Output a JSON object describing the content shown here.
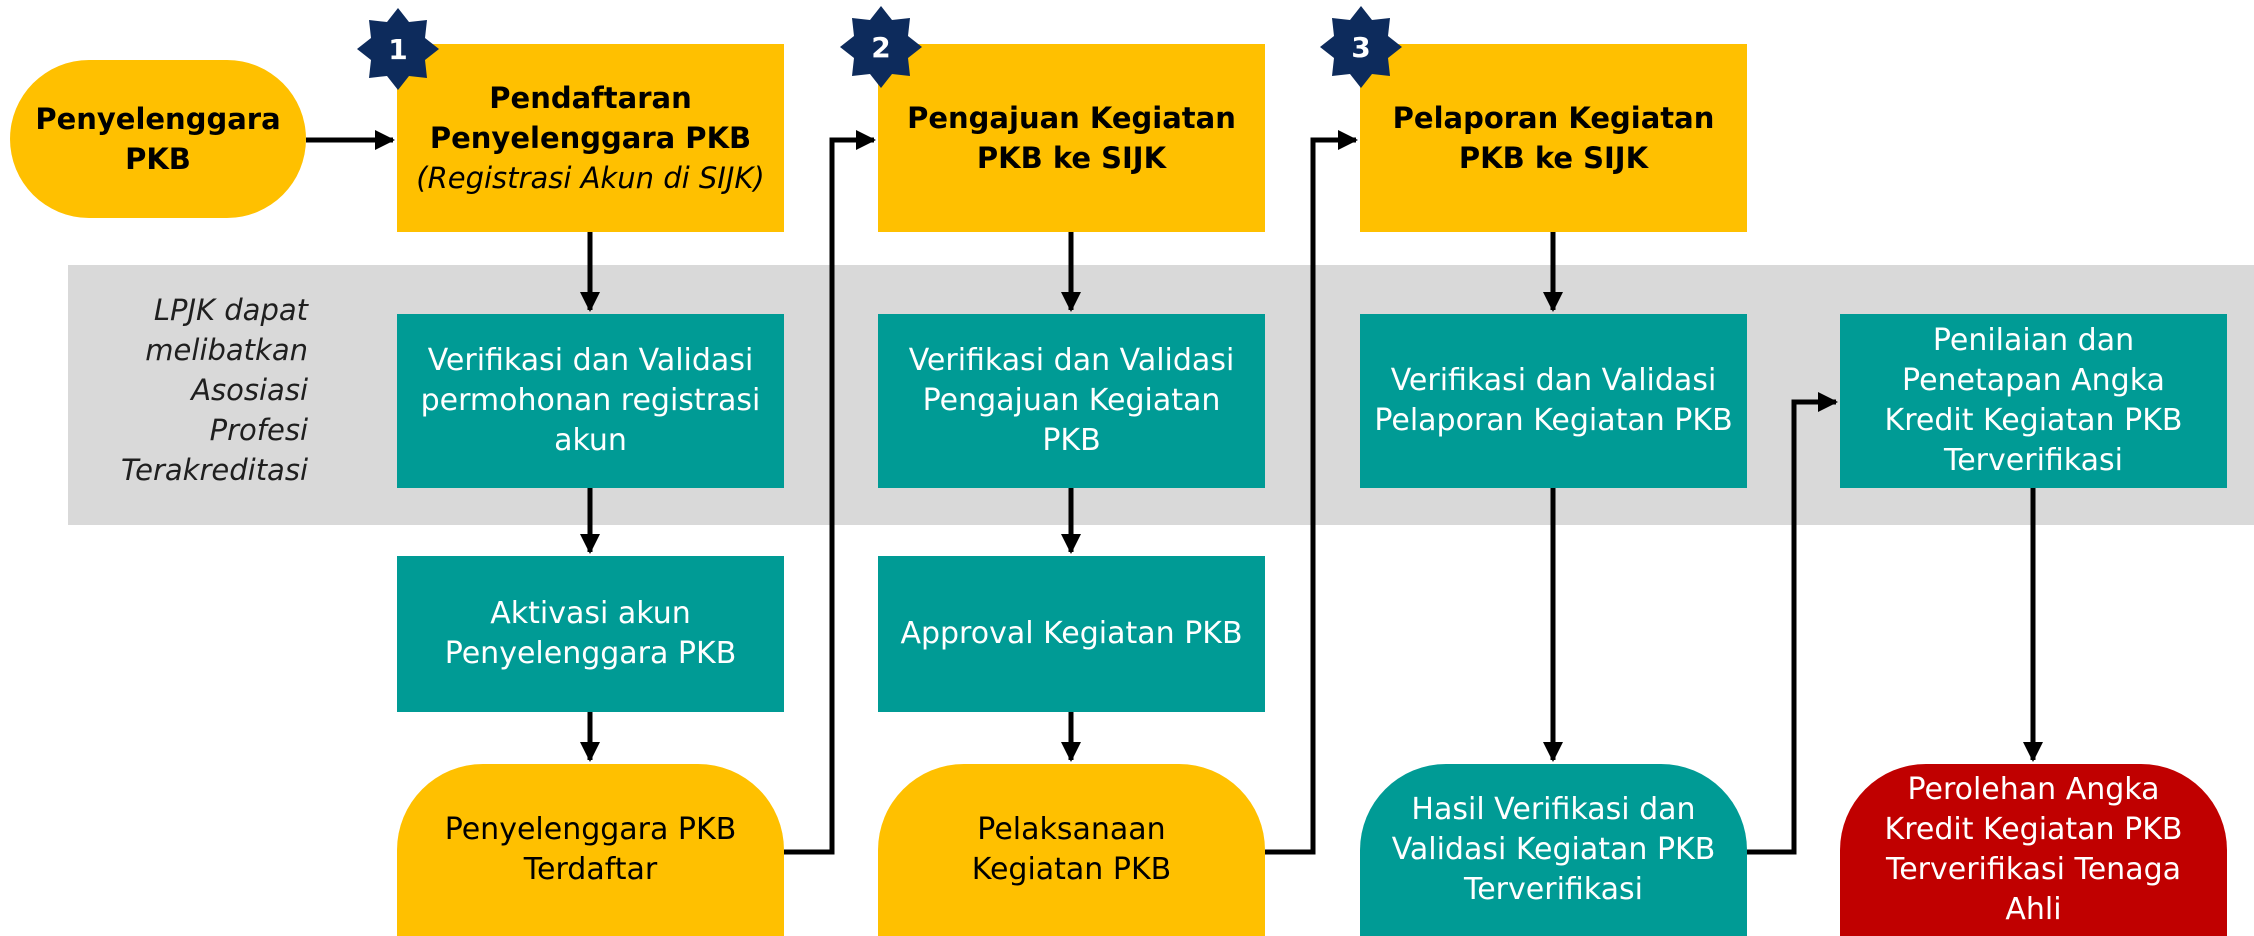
{
  "colors": {
    "yellow": "#ffc000",
    "teal": "#009b95",
    "red": "#c00000",
    "band": "#d9d9d9",
    "badge": "#0d2b5c"
  },
  "note": [
    "LPJK dapat",
    "melibatkan",
    "Asosiasi",
    "Profesi",
    "Terakreditasi"
  ],
  "start": [
    "Penyelenggara",
    "PKB"
  ],
  "steps": [
    {
      "number": "1",
      "title": [
        "Pendaftaran",
        "Penyelenggara PKB"
      ],
      "subtitle": "(Registrasi Akun di SIJK)"
    },
    {
      "number": "2",
      "title": [
        "Pengajuan Kegiatan",
        "PKB ke SIJK"
      ]
    },
    {
      "number": "3",
      "title": [
        "Pelaporan Kegiatan",
        "PKB ke SIJK"
      ]
    }
  ],
  "col1": {
    "verify": [
      "Verifikasi dan Validasi",
      "permohonan registrasi",
      "akun"
    ],
    "activate": [
      "Aktivasi akun",
      "Penyelenggara PKB"
    ],
    "result": [
      "Penyelenggara PKB",
      "Terdaftar"
    ]
  },
  "col2": {
    "verify": [
      "Verifikasi dan Validasi",
      "Pengajuan Kegiatan",
      "PKB"
    ],
    "approve": [
      "Approval Kegiatan PKB"
    ],
    "result": [
      "Pelaksanaan",
      "Kegiatan PKB"
    ]
  },
  "col3": {
    "verify": [
      "Verifikasi dan Validasi",
      "Pelaporan Kegiatan PKB"
    ],
    "result": [
      "Hasil Verifikasi dan",
      "Validasi Kegiatan PKB",
      "Terverifikasi"
    ]
  },
  "col4": {
    "assess": [
      "Penilaian dan",
      "Penetapan Angka",
      "Kredit Kegiatan PKB",
      "Terverifikasi"
    ],
    "result": [
      "Perolehan Angka",
      "Kredit Kegiatan PKB",
      "Terverifikasi Tenaga",
      "Ahli"
    ]
  }
}
